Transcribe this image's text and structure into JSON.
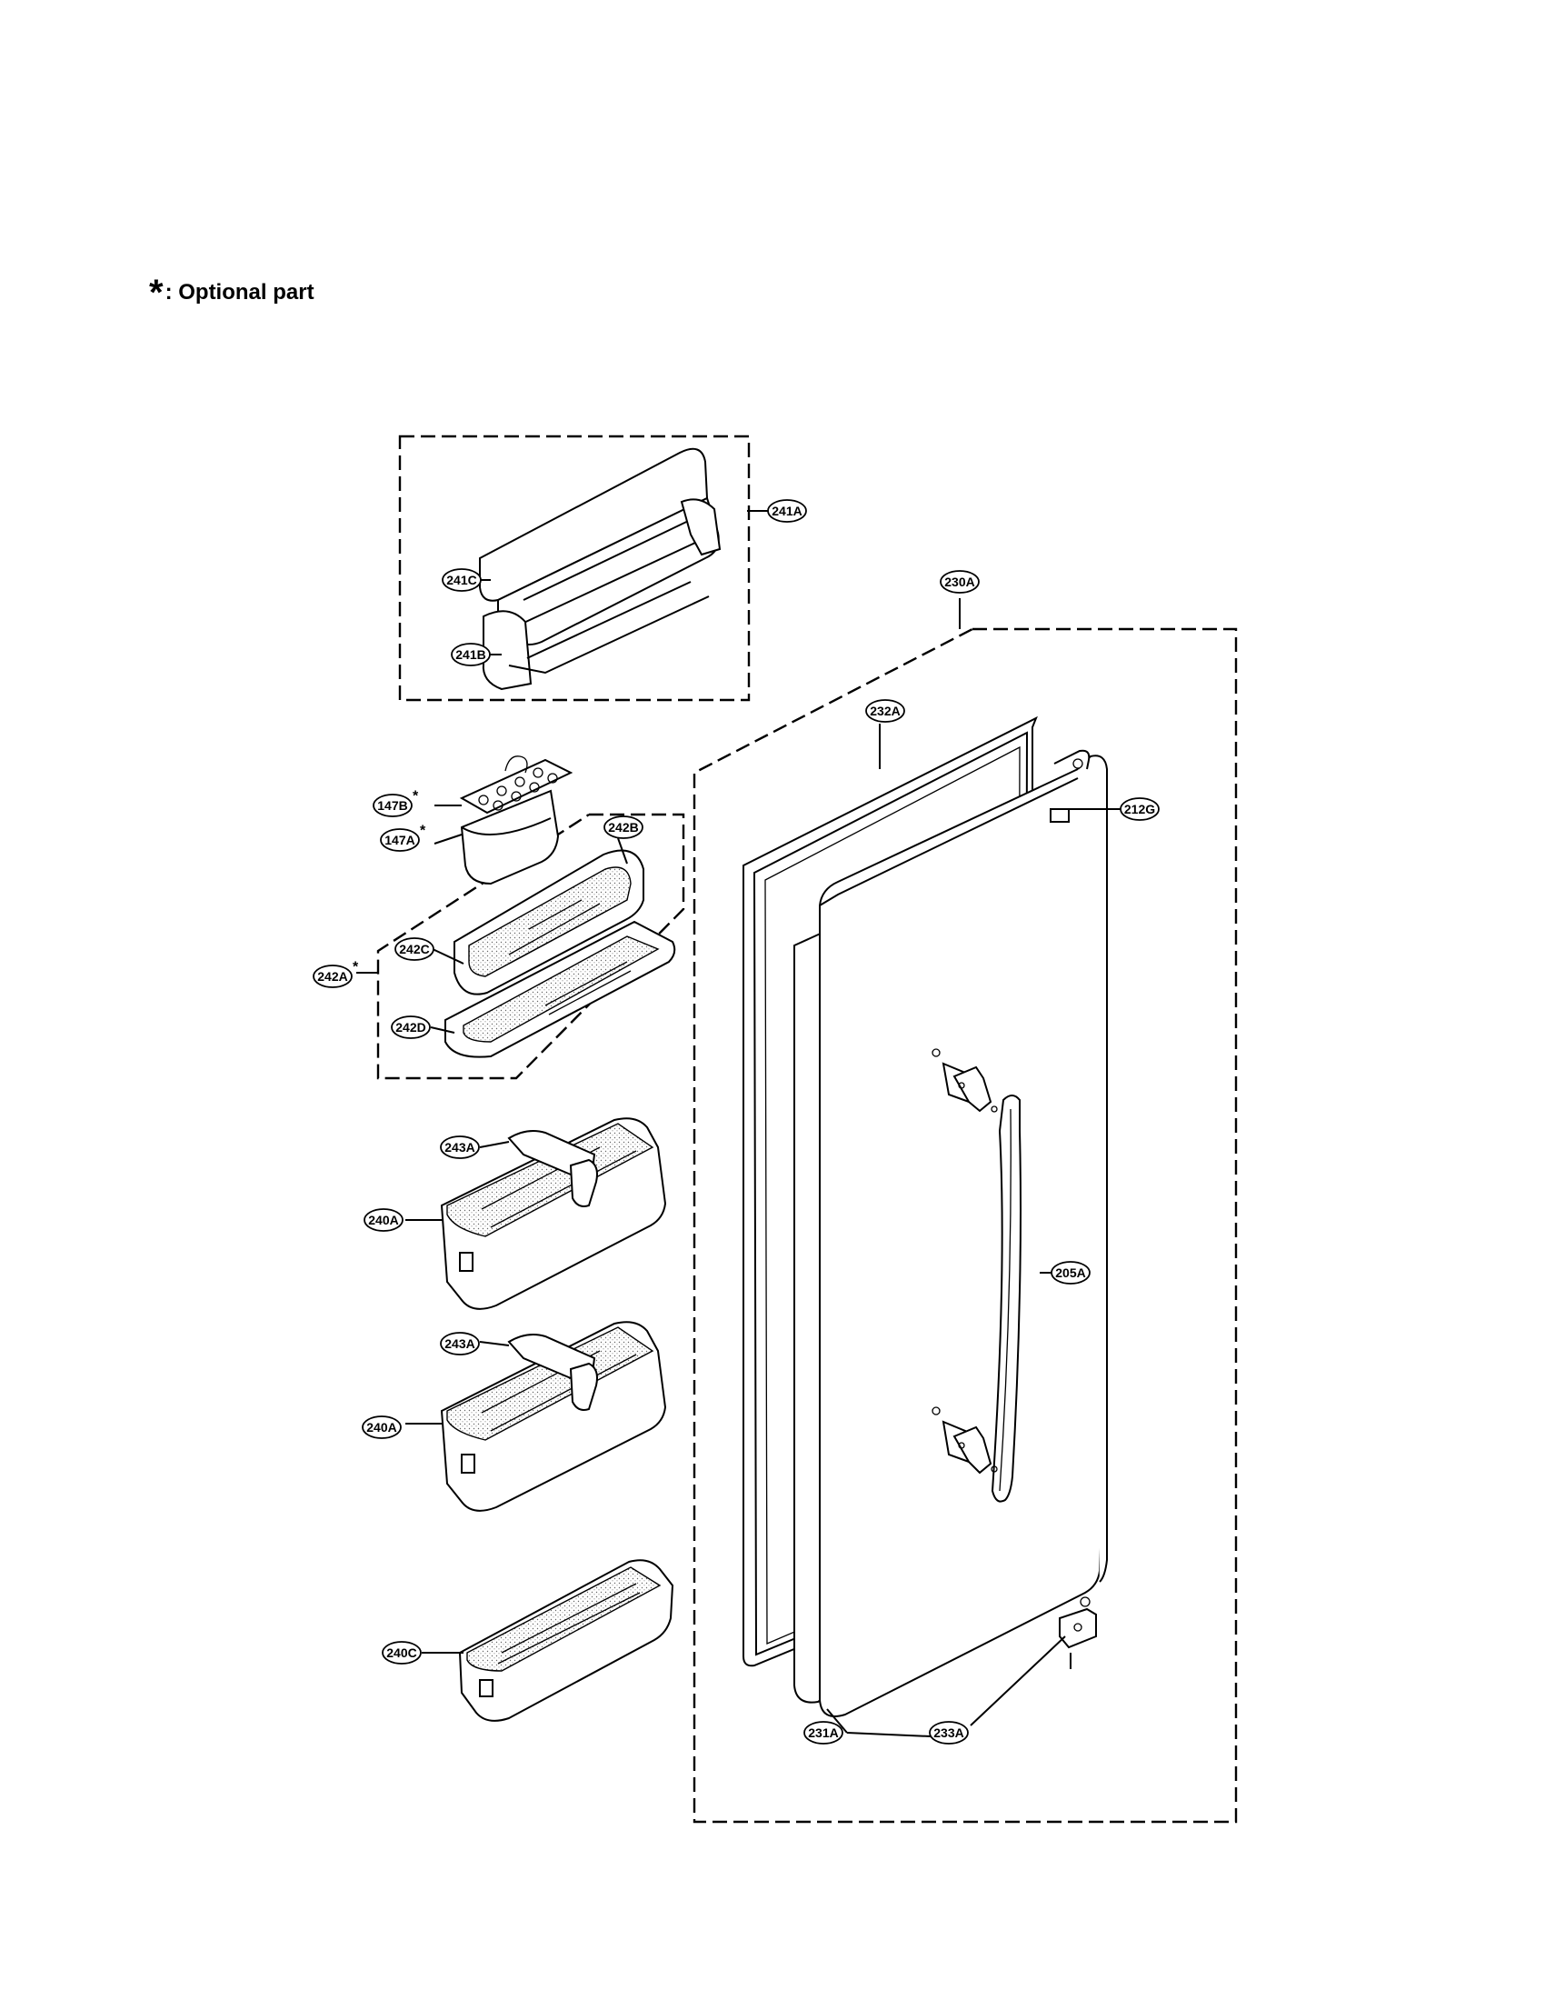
{
  "legend": {
    "symbol": "*",
    "text": ": Optional part"
  },
  "callouts": [
    {
      "id": "241A",
      "optional": false
    },
    {
      "id": "241C",
      "optional": false
    },
    {
      "id": "241B",
      "optional": false
    },
    {
      "id": "230A",
      "optional": false
    },
    {
      "id": "232A",
      "optional": false
    },
    {
      "id": "212G",
      "optional": false
    },
    {
      "id": "147B",
      "optional": true
    },
    {
      "id": "147A",
      "optional": true
    },
    {
      "id": "242B",
      "optional": false
    },
    {
      "id": "242C",
      "optional": false
    },
    {
      "id": "242A",
      "optional": true
    },
    {
      "id": "242D",
      "optional": false
    },
    {
      "id": "243A",
      "optional": false
    },
    {
      "id": "240A",
      "optional": false
    },
    {
      "id": "205A",
      "optional": false
    },
    {
      "id": "243A",
      "optional": false
    },
    {
      "id": "240A",
      "optional": false
    },
    {
      "id": "240C",
      "optional": false
    },
    {
      "id": "231A",
      "optional": false
    },
    {
      "id": "233A",
      "optional": false
    }
  ]
}
